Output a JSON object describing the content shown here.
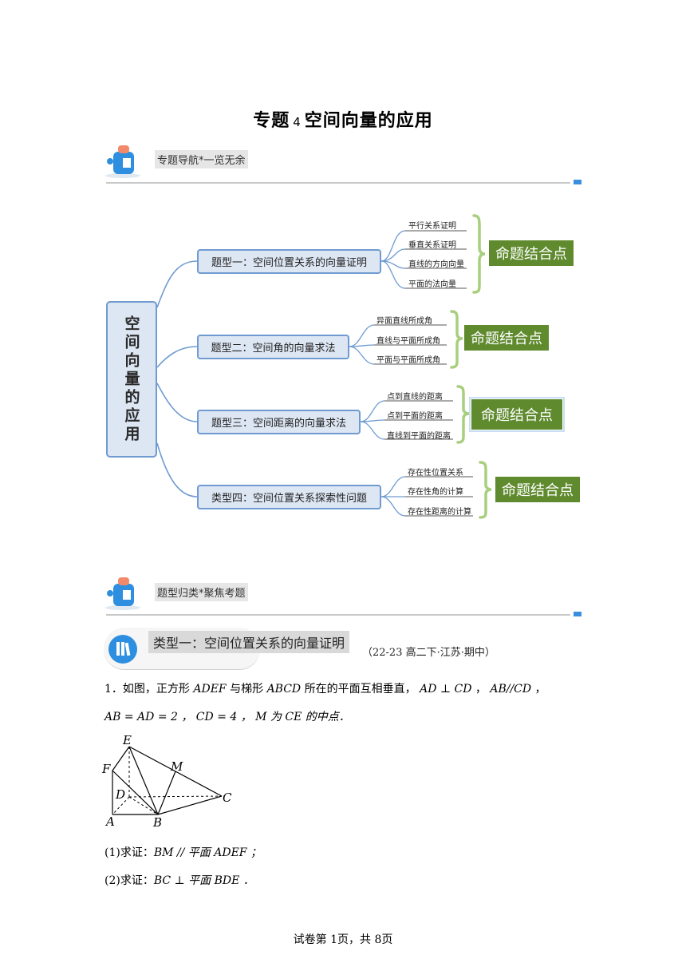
{
  "title": {
    "prefix": "专题",
    "number": "4",
    "text": "空间向量的应用"
  },
  "section1": {
    "label": "专题导航*一览无余"
  },
  "mindmap": {
    "root": "空间向量的应用",
    "branches": [
      {
        "label": "题型一：空间位置关系的向量证明",
        "leaves": [
          "平行关系证明",
          "垂直关系证明",
          "直线的方向向量",
          "平面的法向量"
        ],
        "tag": "命题结合点"
      },
      {
        "label": "题型二：空间角的向量求法",
        "leaves": [
          "异面直线所成角",
          "直线与平面所成角",
          "平面与平面所成角"
        ],
        "tag": "命题结合点"
      },
      {
        "label": "题型三：空间距离的向量求法",
        "leaves": [
          "点到直线的距离",
          "点到平面的距离",
          "直线到平面的距离"
        ],
        "tag": "命题结合点"
      },
      {
        "label": "类型四：空间位置关系探索性问题",
        "leaves": [
          "存在性位置关系",
          "存在性角的计算",
          "存在性距离的计算"
        ],
        "tag": "命题结合点"
      }
    ]
  },
  "section2": {
    "label": "题型归类*聚焦考题"
  },
  "type1": {
    "banner": "类型一：空间位置关系的向量证明",
    "source": "（22-23 高二下·江苏·期中）"
  },
  "problem1": {
    "line1a": "1．如图，正方形",
    "line1b": "与梯形",
    "line1c": "所在的平面互相垂直，",
    "line2": "AB = AD = 2 ， CD = 4 ， M 为 CE 的中点．",
    "q1_prefix": "(1)求证：",
    "q1_math": "BM // 平面 ADEF ；",
    "q2_prefix": "(2)求证：",
    "q2_math": "BC ⊥ 平面 BDE ．",
    "math": {
      "adef": "ADEF",
      "abcd": "ABCD",
      "c1": "AD ⊥ CD",
      "c2": "AB//CD"
    }
  },
  "figure": {
    "labels": {
      "E": "E",
      "M": "M",
      "F": "F",
      "D": "D",
      "C": "C",
      "A": "A",
      "B": "B"
    }
  },
  "footer": "试卷第 1页，共 8页",
  "colors": {
    "accent_blue": "#3a8fdc",
    "tag_green": "#5f8a2e",
    "node_fill": "#dde6f3",
    "node_border": "#6f9bd1"
  }
}
